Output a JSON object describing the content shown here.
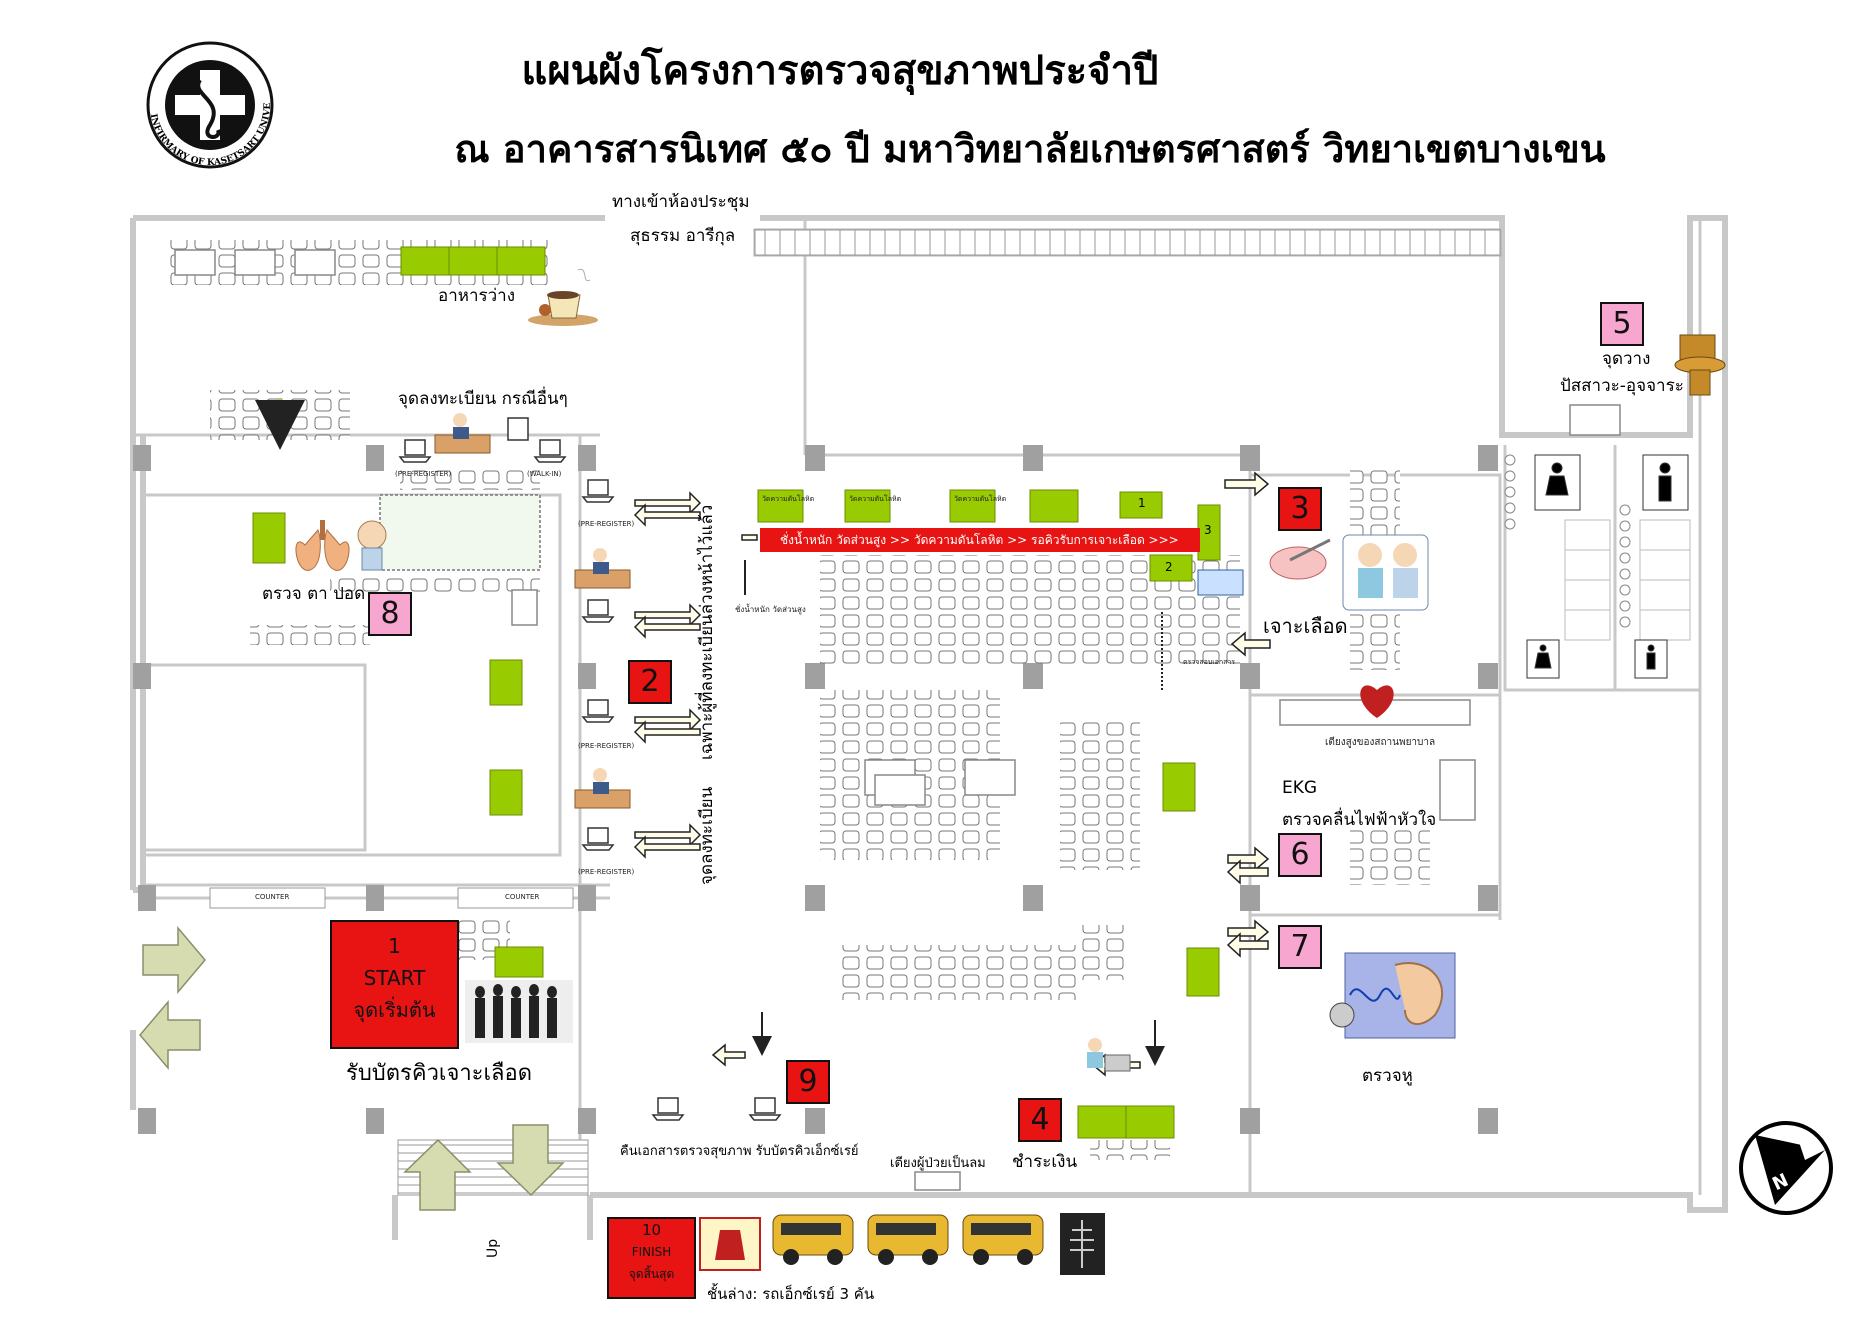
{
  "title": {
    "line1": "แผนผังโครงการตรวจสุขภาพประจำปี",
    "line2": "ณ อาคารสารนิเทศ ๕๐ ปี มหาวิทยาลัยเกษตรศาสตร์ วิทยาเขตบางเขน"
  },
  "logo": {
    "text": "INFIRMARY OF KASETSART UNIVERSITY"
  },
  "labels": {
    "meeting_room_1": "ทางเข้าห้องประชุม",
    "meeting_room_2": "สุธรรม อารีกุล",
    "snack": "อาหารว่าง",
    "other_registration": "จุดลงทะเบียน กรณีอื่นๆ",
    "eye_lung": "ตรวจ ตา ปอด",
    "pre_reg_vertical": "เฉพาะผู้ที่ลงทะเบียนล่วงหน้าไว้แล้ว",
    "reg_vertical": "จุดลงทะเบียน",
    "weight_flow": "ชั่งน้ำหนัก วัดส่วนสูง >> วัดความดันโลหิต >> รอคิวรับการเจาะเลือด >>>",
    "weight_small": "ชั่งน้ำหนัก วัดส่วนสูง",
    "blood": "เจาะเลือด",
    "toilet_1": "จุดวาง",
    "toilet_2": "ปัสสาวะ-อุจจาระ",
    "nurse_bed": "เตียงสูงของสถานพยาบาล",
    "ekg": "EKG",
    "ekg_th": "ตรวจคลื่นไฟฟ้าหัวใจ",
    "ear": "ตรวจหู",
    "start_sub": "รับบัตรคิวเจาะเลือด",
    "return_docs": "คืนเอกสารตรวจสุขภาพ รับบัตรคิวเอ็กซ์เรย์",
    "patient_bed": "เตียงผู้ป่วยเป็นลม",
    "pay": "ชำระเงิน",
    "downstairs": "ชั้นล่าง: รถเอ็กซ์เรย์ 3 คัน",
    "up": "Up",
    "counter1": "COUNTER",
    "counter2": "COUNTER",
    "pre_register": "(PRE-REGISTER)",
    "walk_in": "(WALK-IN)",
    "doc_check": "ตรวจสอบเอกสาร",
    "bp": "วัดความดันโลหิต",
    "station1": "1",
    "station2": "2",
    "station3": "3"
  },
  "stations": {
    "s1": {
      "num": "1",
      "en": "START",
      "th": "จุดเริ่มต้น"
    },
    "s2": "2",
    "s3": "3",
    "s4": "4",
    "s5": "5",
    "s6": "6",
    "s7": "7",
    "s8": "8",
    "s9": "9",
    "s10": {
      "num": "10",
      "en": "FINISH",
      "th": "จุดสิ้นสุด"
    }
  },
  "compass": {
    "letter": "N"
  },
  "colors": {
    "red": "#e81414",
    "pink": "#f7a6cf",
    "green": "#99cc00",
    "wall": "#c8c8c8",
    "pillar": "#a0a0a0"
  }
}
